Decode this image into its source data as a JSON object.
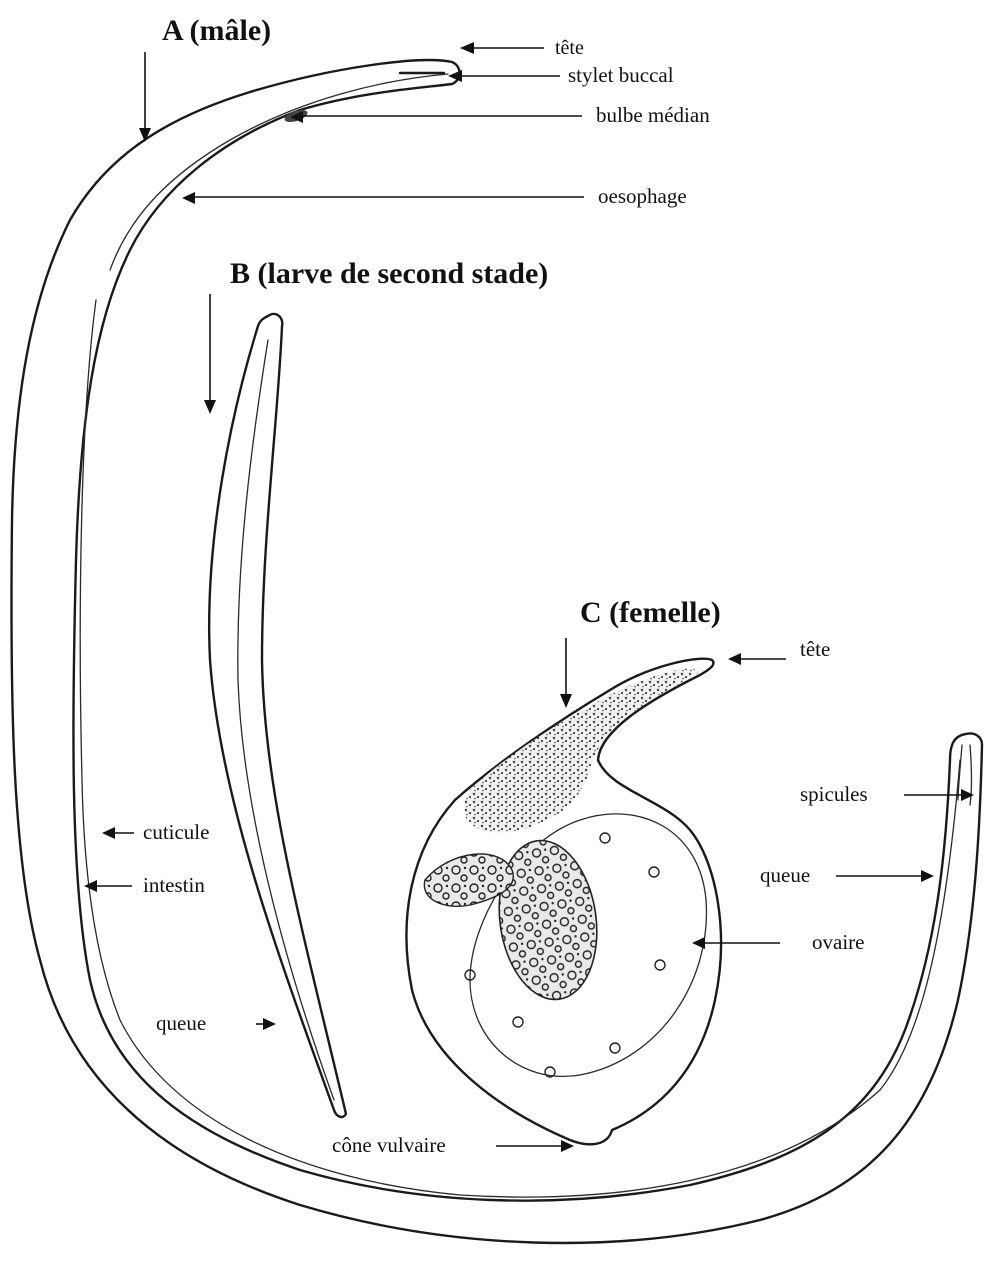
{
  "figure": {
    "specimen_a": {
      "title": "A (mâle)",
      "labels": {
        "head": "tête",
        "stylet": "stylet buccal",
        "median_bulb": "bulbe médian",
        "oesophagus": "oesophage",
        "cuticle": "cuticule",
        "intestine": "intestin",
        "spicules": "spicules",
        "tail": "queue"
      }
    },
    "specimen_b": {
      "title": "B (larve de second stade)",
      "labels": {
        "tail": "queue"
      }
    },
    "specimen_c": {
      "title": "C (femelle)",
      "labels": {
        "head": "tête",
        "ovary": "ovaire",
        "vulval_cone": "cône vulvaire"
      }
    }
  },
  "colors": {
    "ink": "#111111",
    "paper": "#ffffff",
    "body_fill": "#f4f4f4"
  }
}
